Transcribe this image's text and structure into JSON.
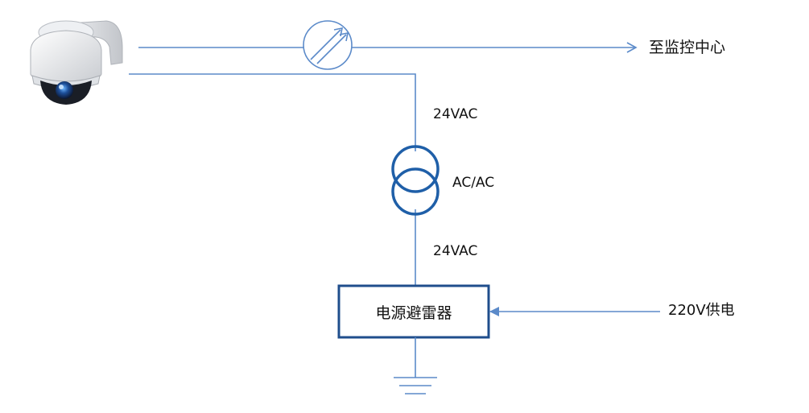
{
  "labels": {
    "monitoring_center": "至监控中心",
    "voltage_top": "24VAC",
    "transformer": "AC/AC",
    "voltage_bottom": "24VAC",
    "surge_protector": "电源避雷器",
    "power_supply": "220V供电"
  },
  "icons": {
    "camera": "ptz-dome-camera-icon",
    "signal_protector": "signal-surge-protector-icon",
    "transformer": "transformer-icon",
    "ground": "ground-icon"
  },
  "colors": {
    "wire": "#5b8ac9",
    "transformer": "#1f5fa8",
    "box_border": "#1f4e8c",
    "text": "#111111"
  }
}
